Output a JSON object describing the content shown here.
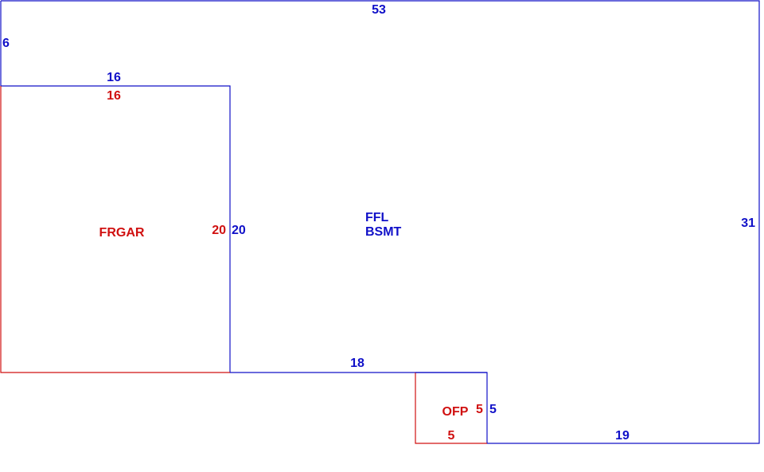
{
  "colors": {
    "main_structure": "#1010c8",
    "attached_area": "#d01010",
    "background": "#ffffff"
  },
  "main_structure": {
    "labels": {
      "line1": "FFL",
      "line2": "BSMT"
    },
    "dimensions": {
      "top": "53",
      "left_upper": "6",
      "garage_shared_top": "16",
      "garage_shared_side": "20",
      "bottom_middle": "18",
      "porch_shared_side": "5",
      "bottom_right": "19",
      "right": "31"
    }
  },
  "garage": {
    "label": "FRGAR",
    "dimensions": {
      "top": "16",
      "side": "20"
    }
  },
  "porch": {
    "label": "OFP",
    "dimensions": {
      "side": "5",
      "bottom": "5"
    }
  }
}
